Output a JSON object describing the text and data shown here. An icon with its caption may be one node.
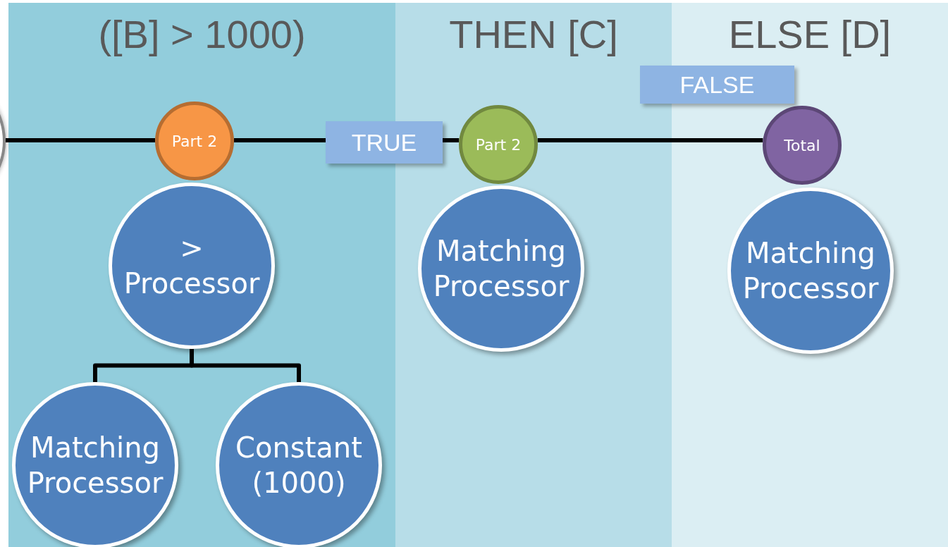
{
  "diagram": {
    "nodes": [
      {
        "text": [
          "([B] > 1000)"
        ]
      },
      {
        "text": [
          "THEN [C]"
        ]
      },
      {
        "text": [
          "ELSE [D]"
        ]
      },
      {
        "text": [],
        "shape": "circle"
      },
      {
        "text": [
          "Part 2"
        ],
        "in": 0
      },
      {
        "text": [
          "> Processor"
        ],
        "in": 0
      },
      {
        "text": [
          "Matching Processor"
        ],
        "in": 0
      },
      {
        "text": [
          "Constant (1000)"
        ],
        "in": 0
      },
      {
        "text": [
          "Part 2"
        ],
        "in": 1
      },
      {
        "text": [
          "Matching Processor"
        ],
        "in": 1
      },
      {
        "text": [
          "Total"
        ],
        "in": 2
      },
      {
        "text": [
          "Matching Processor"
        ],
        "in": 2
      }
    ],
    "edges": [
      {
        "from": 3,
        "to": 4,
        "arrow": "none"
      },
      {
        "from": 4,
        "to": 8,
        "arrow": "none",
        "label": "TRUE"
      },
      {
        "from": 8,
        "to": 10,
        "arrow": "none",
        "label": "FALSE"
      },
      {
        "from": 5,
        "to": 6,
        "arrow": "none"
      },
      {
        "from": 5,
        "to": 7,
        "arrow": "none"
      }
    ]
  }
}
